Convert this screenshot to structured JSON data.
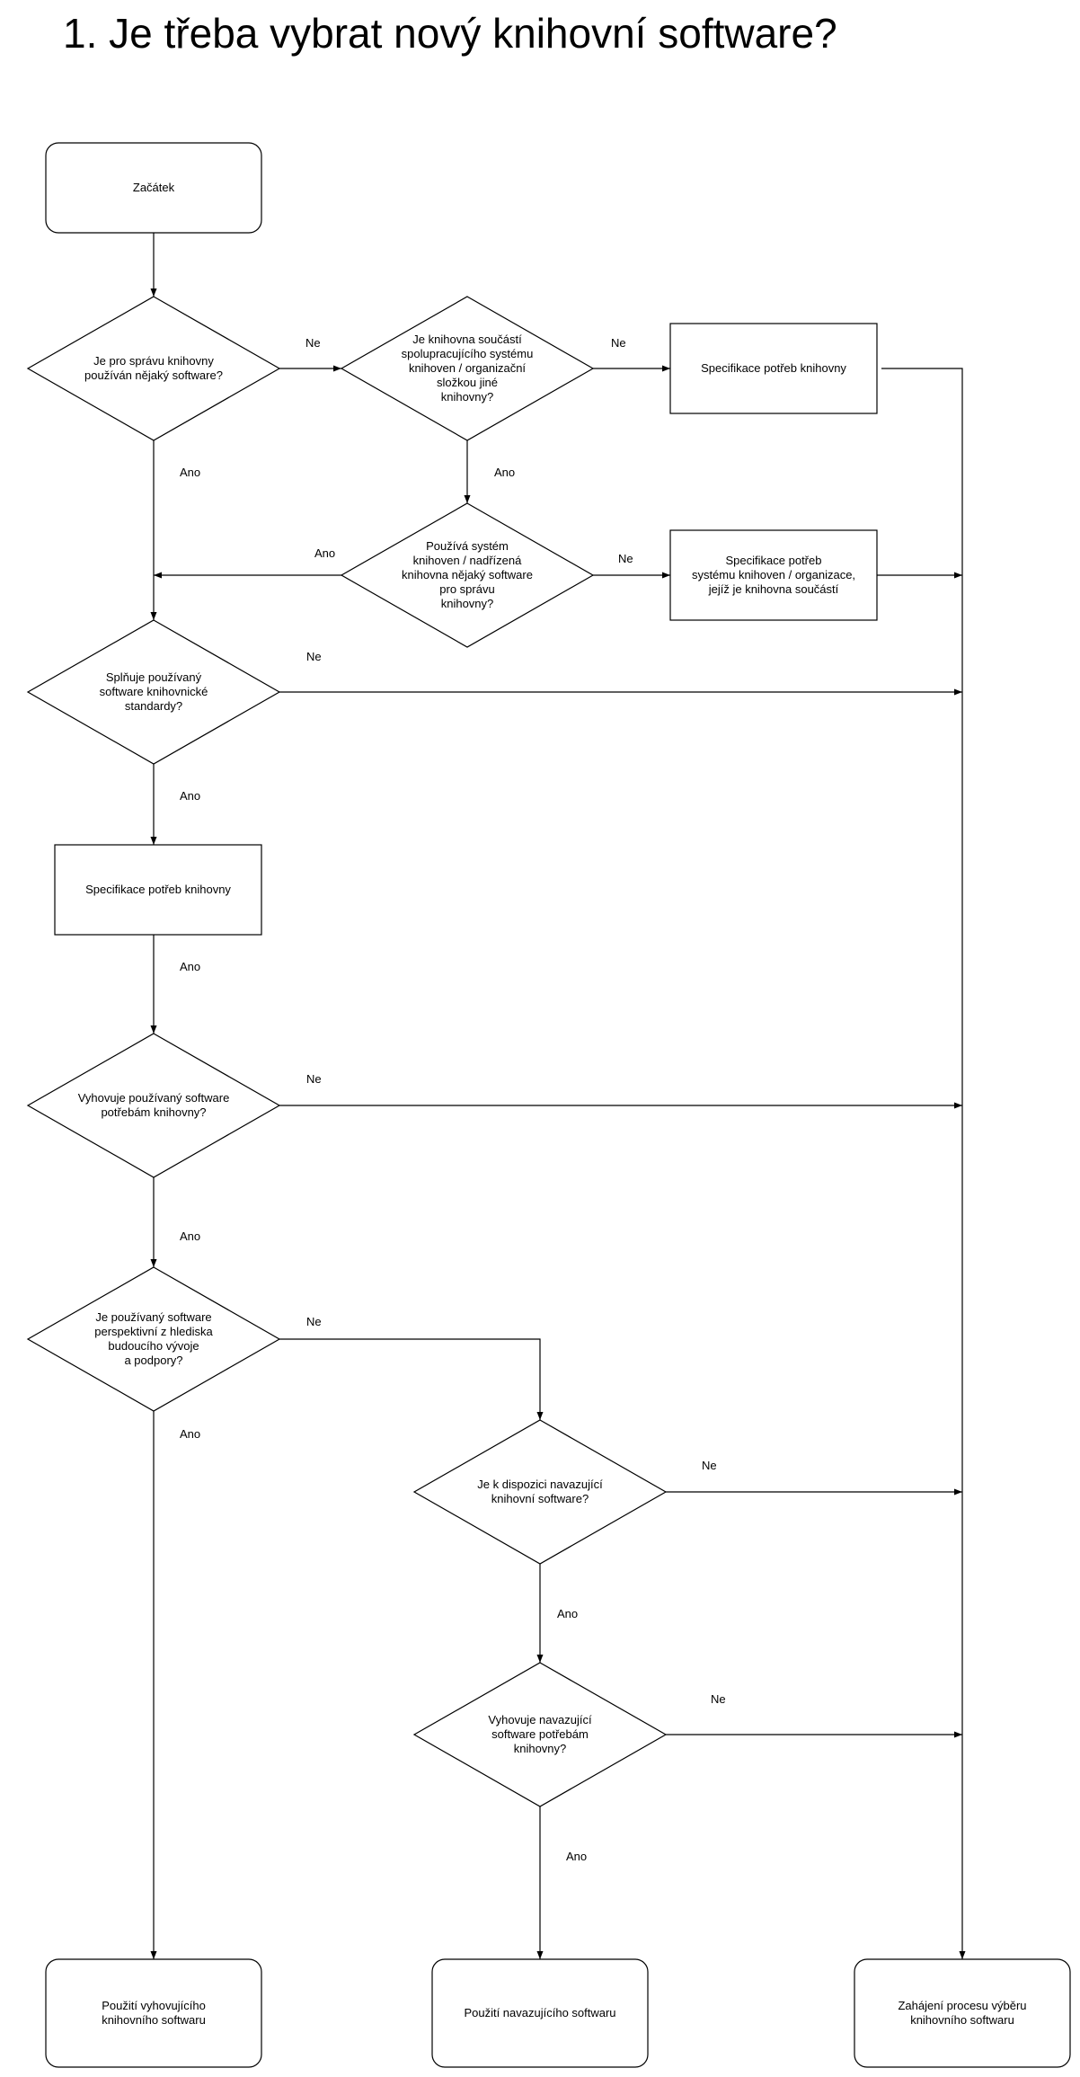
{
  "title": "1. Je třeba vybrat nový knihovní software?",
  "nodes": {
    "start": {
      "shape": "rounded",
      "lines": [
        "Začátek"
      ]
    },
    "q_software_used": {
      "shape": "diamond",
      "lines": [
        "Je pro správu knihovny",
        "používán nějaký software?"
      ]
    },
    "q_part_of_system": {
      "shape": "diamond",
      "lines": [
        "Je knihovna součástí",
        "spolupracujícího systému",
        "knihoven / organizační",
        "složkou jiné",
        "knihovny?"
      ]
    },
    "spec_needs_top": {
      "shape": "rect",
      "lines": [
        "Specifikace potřeb knihovny"
      ]
    },
    "q_system_uses_software": {
      "shape": "diamond",
      "lines": [
        "Používá systém",
        "knihoven / nadřízená",
        "knihovna nějaký software",
        "pro správu",
        "knihovny?"
      ]
    },
    "spec_system_needs": {
      "shape": "rect",
      "lines": [
        "Specifikace potřeb",
        "systému knihoven / organizace,",
        "jejíž je knihovna součástí"
      ]
    },
    "q_standards": {
      "shape": "diamond",
      "lines": [
        "Splňuje používaný",
        "software knihovnické",
        "standardy?"
      ]
    },
    "spec_needs_mid": {
      "shape": "rect",
      "lines": [
        "Specifikace potřeb knihovny"
      ]
    },
    "q_meets_needs": {
      "shape": "diamond",
      "lines": [
        "Vyhovuje používaný software",
        "potřebám knihovny?"
      ]
    },
    "q_perspective": {
      "shape": "diamond",
      "lines": [
        "Je používaný software",
        "perspektivní z hlediska",
        "budoucího vývoje",
        "a podpory?"
      ]
    },
    "q_successor_available": {
      "shape": "diamond",
      "lines": [
        "Je k dispozici navazující",
        "knihovní software?"
      ]
    },
    "q_successor_meets": {
      "shape": "diamond",
      "lines": [
        "Vyhovuje navazující",
        "software potřebám",
        "knihovny?"
      ]
    },
    "end_use_current": {
      "shape": "rounded",
      "lines": [
        "Použití vyhovujícího",
        "knihovního softwaru"
      ]
    },
    "end_use_successor": {
      "shape": "rounded",
      "lines": [
        "Použití navazujícího softwaru"
      ]
    },
    "end_start_selection": {
      "shape": "rounded",
      "lines": [
        "Zahájení procesu výběru",
        "knihovního softwaru"
      ]
    }
  },
  "edges": [
    {
      "from": "start",
      "to": "q_software_used",
      "label": ""
    },
    {
      "from": "q_software_used",
      "to": "q_part_of_system",
      "label": "Ne"
    },
    {
      "from": "q_part_of_system",
      "to": "spec_needs_top",
      "label": "Ne"
    },
    {
      "from": "q_part_of_system",
      "to": "q_system_uses_software",
      "label": "Ano"
    },
    {
      "from": "q_software_used",
      "to": "q_standards",
      "label": "Ano"
    },
    {
      "from": "q_system_uses_software",
      "to": "q_standards",
      "label": "Ano"
    },
    {
      "from": "q_system_uses_software",
      "to": "spec_system_needs",
      "label": "Ne"
    },
    {
      "from": "spec_needs_top",
      "to": "end_start_selection",
      "label": ""
    },
    {
      "from": "spec_system_needs",
      "to": "end_start_selection",
      "label": ""
    },
    {
      "from": "q_standards",
      "to": "end_start_selection",
      "label": "Ne"
    },
    {
      "from": "q_standards",
      "to": "spec_needs_mid",
      "label": "Ano"
    },
    {
      "from": "spec_needs_mid",
      "to": "q_meets_needs",
      "label": "Ano"
    },
    {
      "from": "q_meets_needs",
      "to": "end_start_selection",
      "label": "Ne"
    },
    {
      "from": "q_meets_needs",
      "to": "q_perspective",
      "label": "Ano"
    },
    {
      "from": "q_perspective",
      "to": "q_successor_available",
      "label": "Ne"
    },
    {
      "from": "q_perspective",
      "to": "end_use_current",
      "label": "Ano"
    },
    {
      "from": "q_successor_available",
      "to": "end_start_selection",
      "label": "Ne"
    },
    {
      "from": "q_successor_available",
      "to": "q_successor_meets",
      "label": "Ano"
    },
    {
      "from": "q_successor_meets",
      "to": "end_start_selection",
      "label": "Ne"
    },
    {
      "from": "q_successor_meets",
      "to": "end_use_successor",
      "label": "Ano"
    }
  ]
}
